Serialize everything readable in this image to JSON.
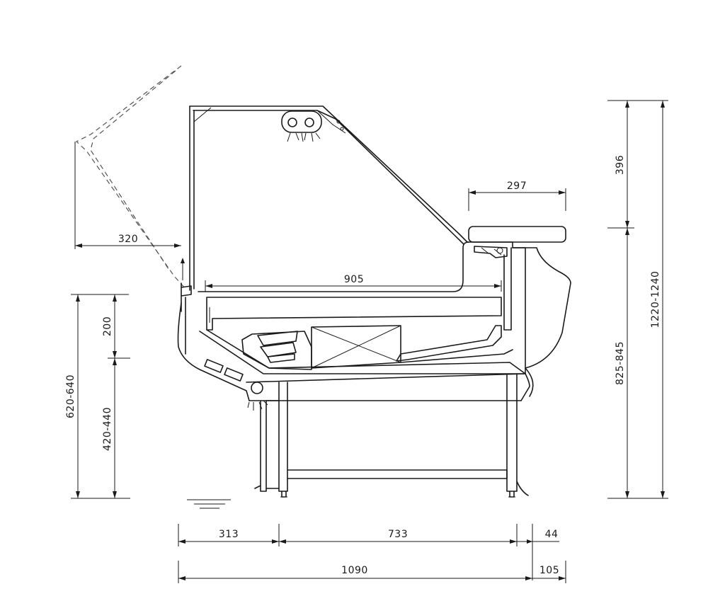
{
  "dimensions": {
    "glass_open_width": "320",
    "shelf_depth": "905",
    "top_shelf_width": "297",
    "front_lower_height": "200",
    "front_base_height": "420-440",
    "front_total_height": "620-640",
    "canopy_height": "396",
    "counter_height": "825-845",
    "total_height": "1220-1240",
    "front_overhang": "313",
    "leg_span": "733",
    "rear_leg_offset": "44",
    "base_depth": "1090",
    "rear_overhang": "105"
  }
}
